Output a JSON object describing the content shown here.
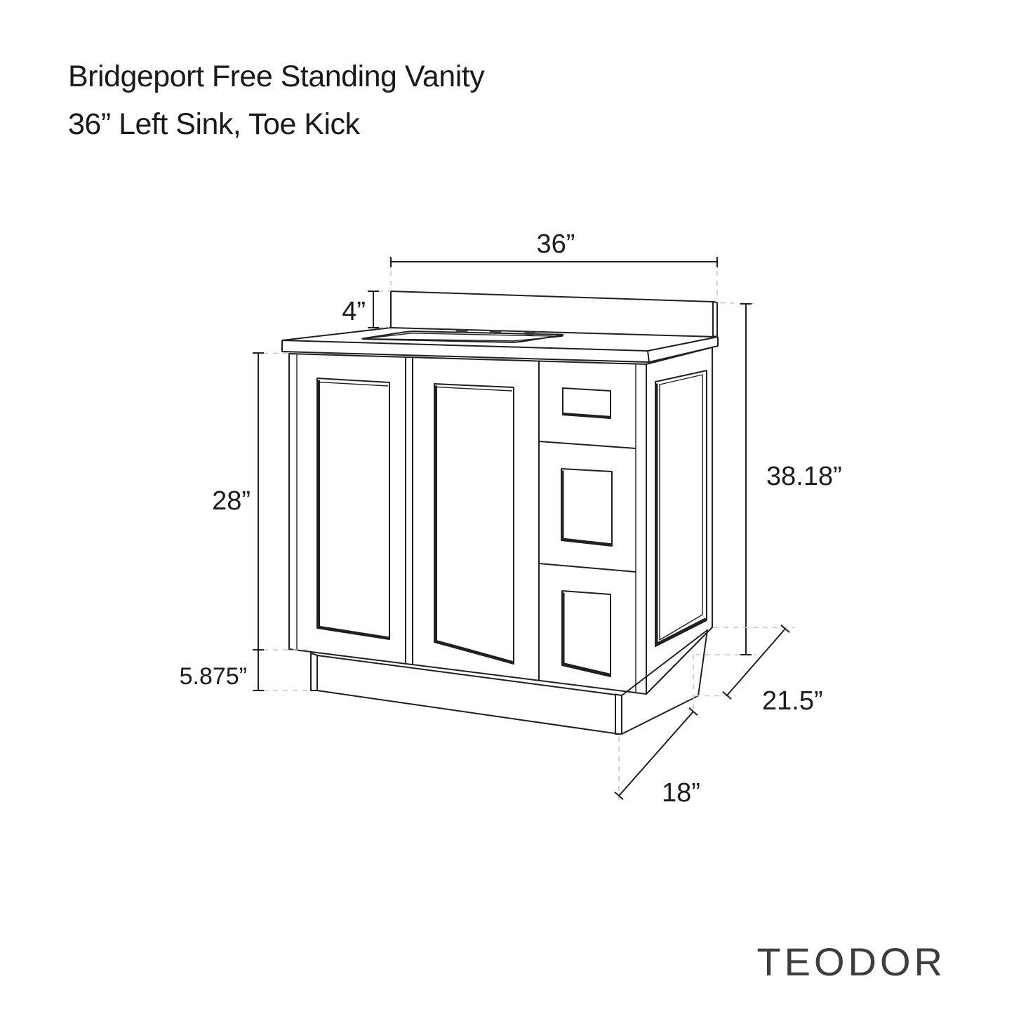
{
  "title": {
    "line1": "Bridgeport Free Standing Vanity",
    "line2": "36” Left Sink, Toe Kick"
  },
  "dimensions": {
    "top_width": {
      "label": "36”"
    },
    "backsplash_height": {
      "label": "4”"
    },
    "cabinet_height": {
      "label": "28”"
    },
    "toe_kick_height": {
      "label": "5.875”"
    },
    "overall_height": {
      "label": "38.18”"
    },
    "side_depth": {
      "label": "21.5”"
    },
    "bottom_depth": {
      "label": "18”"
    }
  },
  "brand": {
    "wordmark": "TEODOR"
  },
  "colors": {
    "line": "#231f20",
    "extension_dashed": "#c6c6c6",
    "text": "#1c1c1e",
    "background": "#ffffff"
  }
}
